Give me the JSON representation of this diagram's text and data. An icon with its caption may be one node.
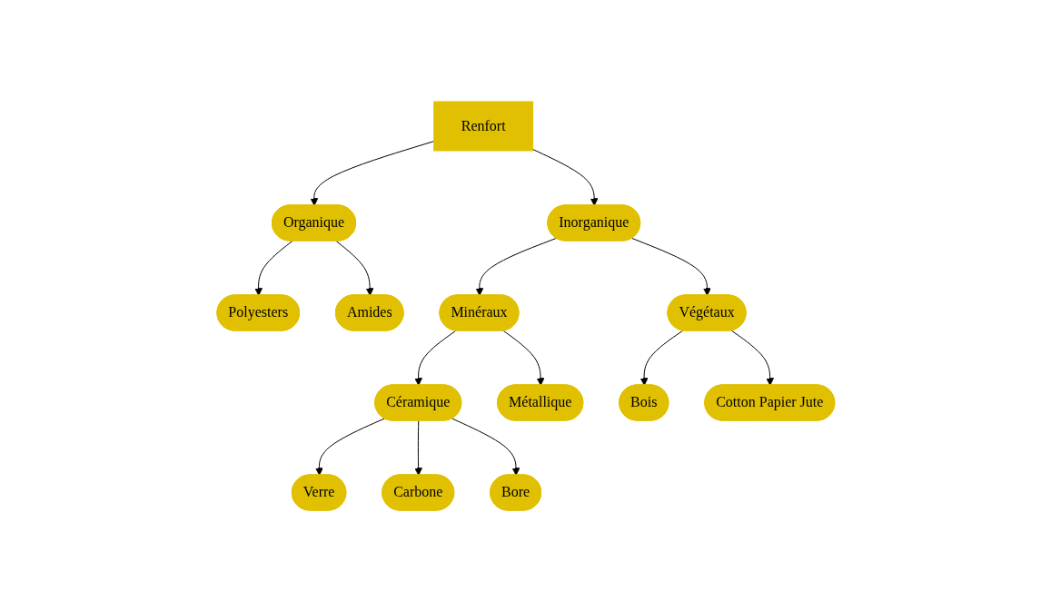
{
  "diagram": {
    "nodes": [
      {
        "text": [
          "Renfort"
        ]
      },
      {
        "text": [
          "Organique"
        ]
      },
      {
        "text": [
          "Inorganique"
        ]
      },
      {
        "text": [
          "Polyesters"
        ]
      },
      {
        "text": [
          "Amides"
        ]
      },
      {
        "text": [
          "Minéraux"
        ]
      },
      {
        "text": [
          "Végétaux"
        ]
      },
      {
        "text": [
          "Céramique"
        ]
      },
      {
        "text": [
          "Métallique"
        ]
      },
      {
        "text": [
          "Bois"
        ]
      },
      {
        "text": [
          "Cotton Papier Jute"
        ]
      },
      {
        "text": [
          "Verre"
        ]
      },
      {
        "text": [
          "Carbone"
        ]
      },
      {
        "text": [
          "Bore"
        ]
      }
    ],
    "edges": [
      {
        "from": 0,
        "to": 1,
        "arrow": "to"
      },
      {
        "from": 0,
        "to": 2,
        "arrow": "to"
      },
      {
        "from": 1,
        "to": 3,
        "arrow": "to"
      },
      {
        "from": 1,
        "to": 4,
        "arrow": "to"
      },
      {
        "from": 2,
        "to": 5,
        "arrow": "to"
      },
      {
        "from": 2,
        "to": 6,
        "arrow": "to"
      },
      {
        "from": 5,
        "to": 7,
        "arrow": "to"
      },
      {
        "from": 5,
        "to": 8,
        "arrow": "to"
      },
      {
        "from": 6,
        "to": 9,
        "arrow": "to"
      },
      {
        "from": 6,
        "to": 10,
        "arrow": "to"
      },
      {
        "from": 7,
        "to": 11,
        "arrow": "to"
      },
      {
        "from": 7,
        "to": 12,
        "arrow": "to"
      },
      {
        "from": 7,
        "to": 13,
        "arrow": "to"
      }
    ]
  }
}
